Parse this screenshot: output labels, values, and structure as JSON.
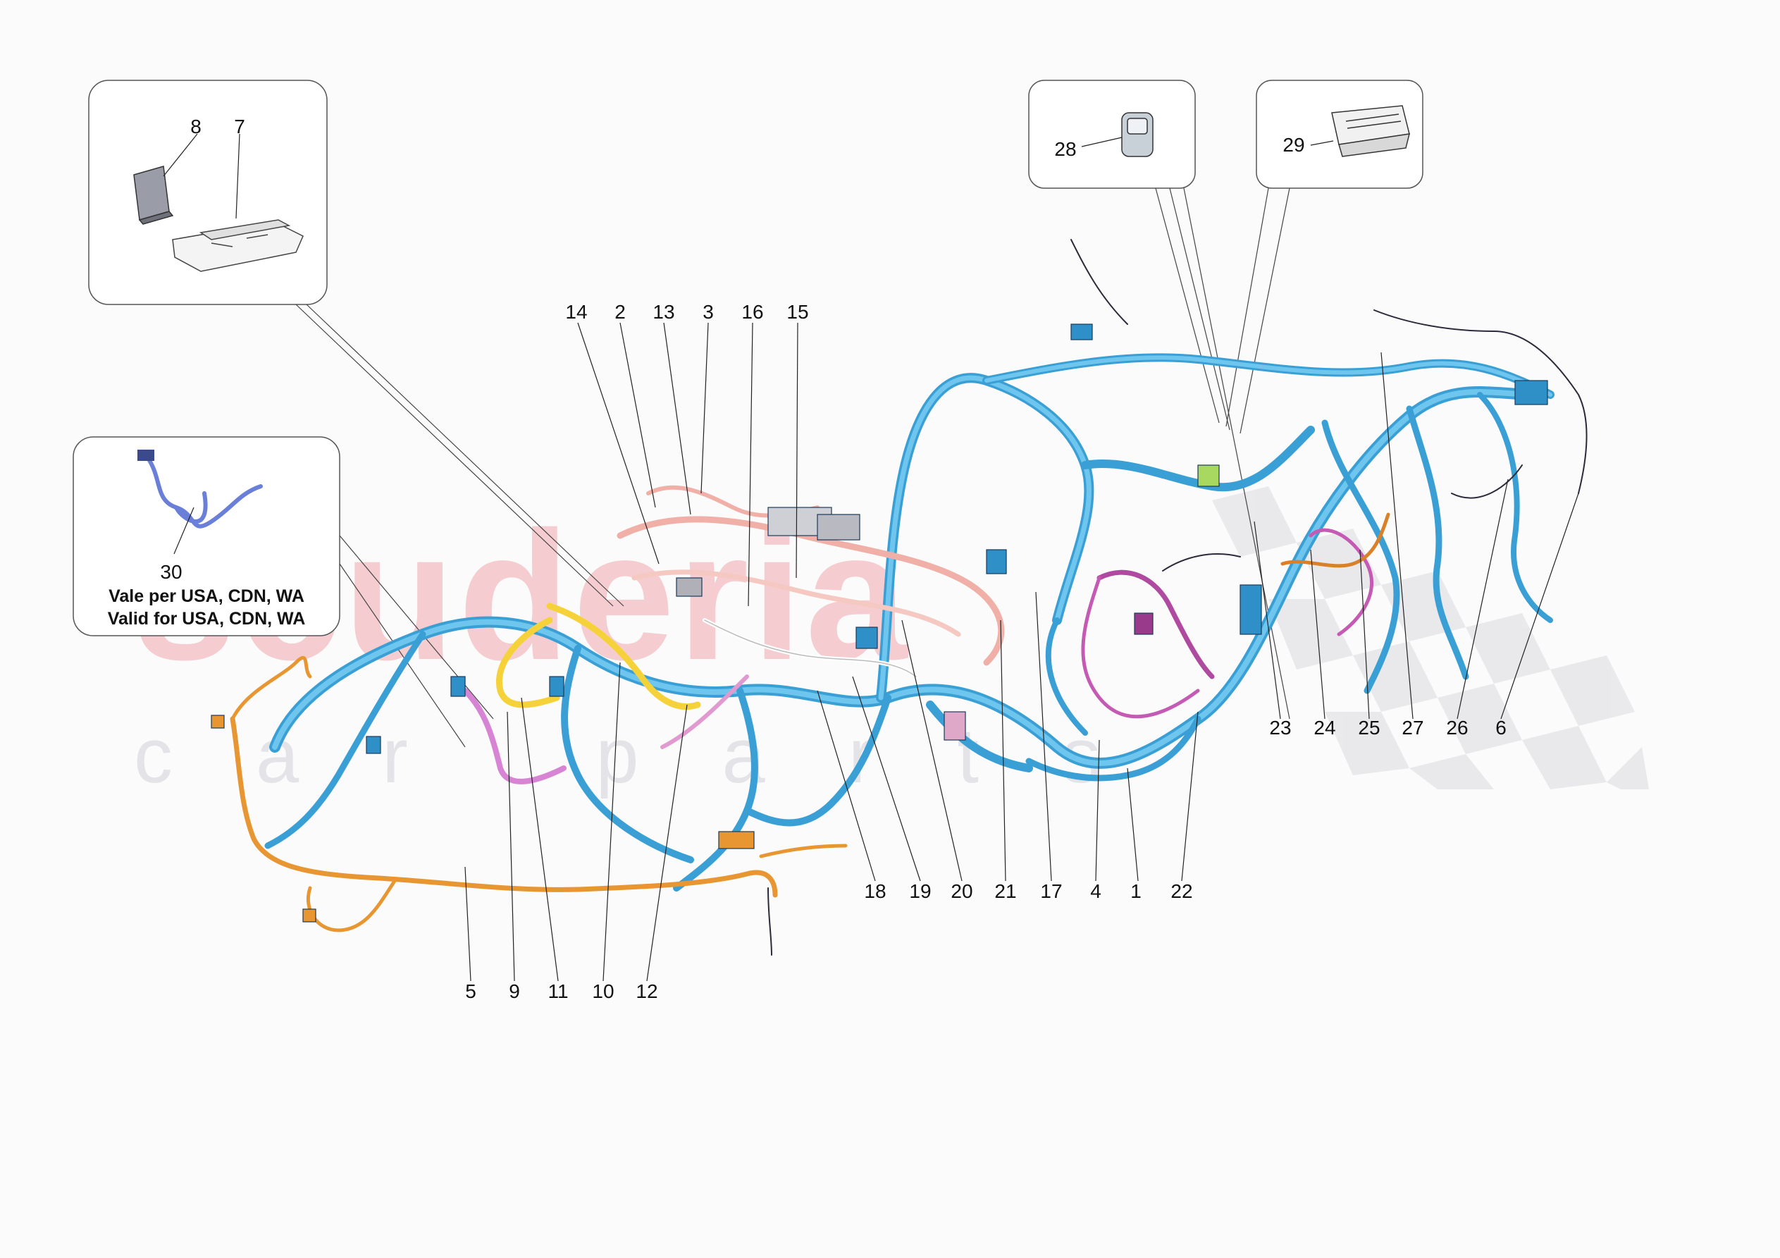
{
  "callouts": {
    "n1": "1",
    "n2": "2",
    "n3": "3",
    "n4": "4",
    "n5": "5",
    "n6": "6",
    "n7": "7",
    "n8": "8",
    "n9": "9",
    "n10": "10",
    "n11": "11",
    "n12": "12",
    "n13": "13",
    "n14": "14",
    "n15": "15",
    "n16": "16",
    "n17": "17",
    "n18": "18",
    "n19": "19",
    "n20": "20",
    "n21": "21",
    "n22": "22",
    "n23": "23",
    "n24": "24",
    "n25": "25",
    "n26": "26",
    "n27": "27",
    "n28": "28",
    "n29": "29",
    "n30": "30"
  },
  "note": {
    "line1": "Vale per USA, CDN, WA",
    "line2": "Valid for USA, CDN, WA"
  },
  "watermark": {
    "text": "scuderia",
    "sub": "car parts"
  },
  "colors": {
    "harness_blue": "#4aaee0",
    "harness_orange": "#f0a840",
    "harness_pink": "#e89ad8",
    "harness_yellow": "#f6d840",
    "harness_salmon": "#f3b7b0",
    "watermark_red": "#f5c4c8",
    "watermark_grey": "#e4e4e8"
  }
}
